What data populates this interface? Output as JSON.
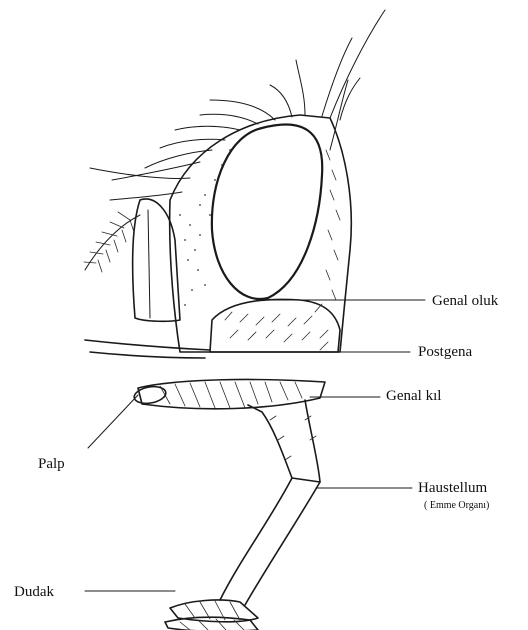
{
  "labels": {
    "genal_oluk": "Genal oluk",
    "postgena": "Postgena",
    "genal_kil": "Genal kıl",
    "palp": "Palp",
    "haustellum": "Haustellum",
    "haustellum_sub": "( Emme Organı)",
    "dudak": "Dudak"
  }
}
